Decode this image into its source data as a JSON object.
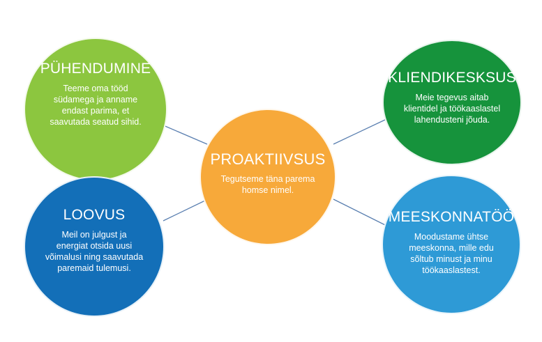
{
  "colors": {
    "connector": "#5a7fb0",
    "center": "#f7a93a",
    "green_light": "#8cc63f",
    "green_dark": "#16933c",
    "blue_dark": "#136fb8",
    "blue_light": "#2e9ad6"
  },
  "nodes": {
    "center": {
      "title": "PROAKTIIVSUS",
      "text": "Tegutseme täna parema\nhomse nimel."
    },
    "top_left": {
      "title": "PÜHENDUMINE",
      "text": "Teeme oma tööd\nsüdamega ja anname\nendast parima, et\nsaavutada seatud sihid."
    },
    "top_right": {
      "title": "KLIENDIKESKSUS",
      "text": "Meie tegevus aitab\nklientidel ja töökaaslastel\nlahendusteni jõuda."
    },
    "bottom_left": {
      "title": "LOOVUS",
      "text": "Meil on julgust ja\nenergiat otsida uusi\nvõimalusi ning saavutada\nparemaid tulemusi."
    },
    "bottom_right": {
      "title": "MEESKONNATÖÖ",
      "text": "Moodustame ühtse\nmeeskonna, mille edu\nsõltub minust ja minu\ntöökaaslastest."
    }
  }
}
